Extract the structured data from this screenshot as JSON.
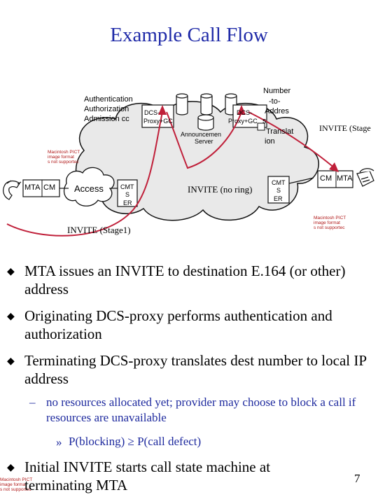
{
  "slide": {
    "title": "Example Call Flow",
    "page_number": "7"
  },
  "diagram": {
    "auth_label": "Authentication",
    "authz_label": "Authorization",
    "admission_label": "Admission cc",
    "dcs_left_label": "DCS-",
    "dcs_left_label2": "Proxy+GC",
    "dcs_right_label": "DCS-",
    "dcs_right_label2": "Proxy+GC",
    "number_translation": [
      "Number",
      "-to-",
      "Addres",
      "s",
      "Translat",
      "ion"
    ],
    "announcement_server": [
      "Announcemen",
      "Server"
    ],
    "invite_stage_right": "INVITE (Stage",
    "invite_no_ring": "INVITE (no ring)",
    "invite_stage1": "INVITE (Stage1)",
    "mta_left": "MTA",
    "cm_left": "CM",
    "access": "Access",
    "cmts_left": [
      "CMT",
      "S",
      "ER"
    ],
    "cmts_right": [
      "CMT",
      "S",
      "ER"
    ],
    "cm_right": "CM",
    "mta_right": "MTA",
    "pict_notice": [
      "Macintosh PICT",
      "image format",
      "s not supportec"
    ]
  },
  "bullets": [
    "MTA issues an INVITE to destination E.164 (or other) address",
    "Originating DCS-proxy performs authentication and authorization",
    "Terminating DCS-proxy translates dest number to local IP address"
  ],
  "sub_bullet": "no resources allocated yet; provider may choose to block a call if resources are unavailable",
  "subsub_bullet": "P(blocking) ≥ P(call defect)",
  "bullet4": "Initial INVITE starts call state machine at terminating MTA",
  "colors": {
    "title": "#1f2aa8",
    "arrow": "#c0203a",
    "sub_text": "#1e2a9e",
    "pict_text": "#b01818"
  }
}
